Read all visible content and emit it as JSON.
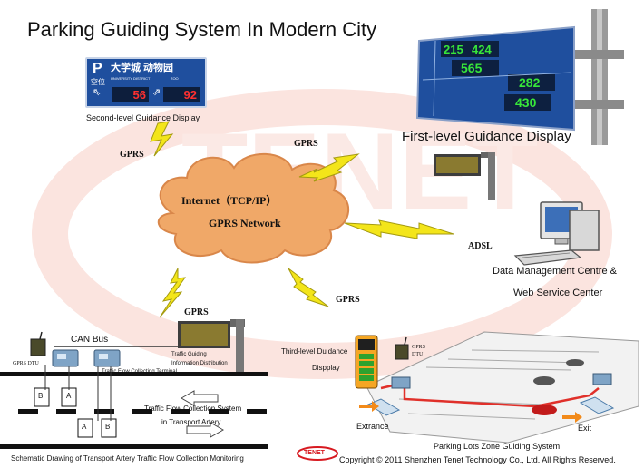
{
  "title": "Parking Guiding System In Modern City",
  "watermark": "TENET",
  "second_level": {
    "caption": "Second-level Guidance Display",
    "sign_p": "P",
    "sign_vacancy": "空位",
    "sign_destinations": "大学城  动物园",
    "sign_sub_left": "UNIVERSITY DISTRICT",
    "sign_sub_right": "ZOO",
    "sign_value_left": "56",
    "sign_value_right": "92"
  },
  "first_level": {
    "caption": "First-level Guidance Display",
    "numbers": [
      "215",
      "424",
      "565",
      "282",
      "430"
    ]
  },
  "network": {
    "line1": "Internet（TCP/IP）",
    "line2": "GPRS Network"
  },
  "links": {
    "gprs_left": "GPRS",
    "gprs_top": "GPRS",
    "gprs_bottom_left": "GPRS",
    "gprs_bottom_right": "GPRS",
    "adsl": "ADSL"
  },
  "data_center": {
    "line1": "Data Management Centre &",
    "line2": "Web Service Center"
  },
  "artery": {
    "can_bus": "CAN Bus",
    "gprs_dtu": "GPRS DTU",
    "collecting_terminal": "Traffic Flow Collecting Terminal",
    "guiding_line1": "Traffic Guiding",
    "guiding_line2": "Information Distribution",
    "collection_line1": "Traffic Flow Collection System",
    "collection_line2": "in Transport Artery",
    "lane_a": "A",
    "lane_b": "B",
    "caption": "Schematic Drawing of Transport Artery Traffic Flow Collection Monitoring"
  },
  "parking": {
    "third_level_line1": "Third-level Duidance",
    "third_level_line2": "Dispplay",
    "gprs_dtu_line1": "GPRS",
    "gprs_dtu_line2": "DTU",
    "entrance": "Extrance",
    "exit": "Exit",
    "caption": "Parking Lots Zone Guiding System"
  },
  "footer": {
    "logo": "TENET",
    "copyright": "Copyright © 2011 Shenzhen Tenet Technology Co., Ltd.  All Rights Reserved."
  },
  "colors": {
    "sign_blue": "#1f4f9e",
    "cloud_orange": "#f0a868",
    "bolt_yellow": "#f3e51a",
    "led_green": "#37e63a",
    "led_red": "#ff3030",
    "logo_red": "#d71920"
  }
}
